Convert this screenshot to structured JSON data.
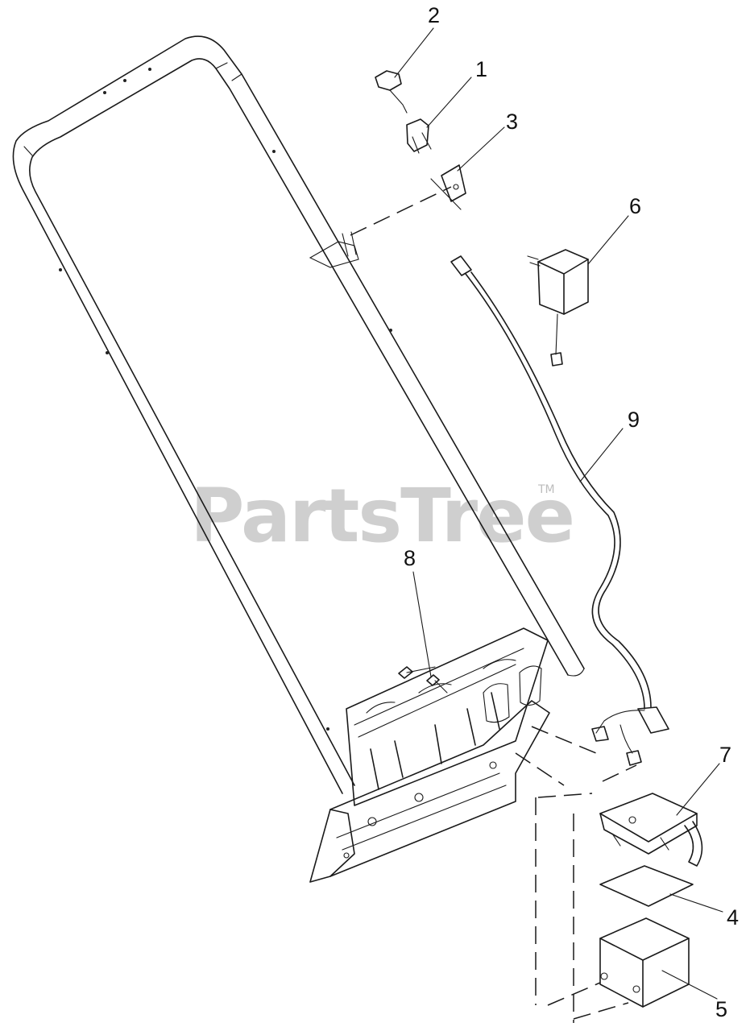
{
  "watermark": {
    "text": "PartsTree",
    "tm": "TM"
  },
  "callouts": [
    {
      "id": "c1",
      "label": "1"
    },
    {
      "id": "c2",
      "label": "2"
    },
    {
      "id": "c3",
      "label": "3"
    },
    {
      "id": "c4",
      "label": "4"
    },
    {
      "id": "c5",
      "label": "5"
    },
    {
      "id": "c6",
      "label": "6"
    },
    {
      "id": "c7",
      "label": "7"
    },
    {
      "id": "c8",
      "label": "8"
    },
    {
      "id": "c9",
      "label": "9"
    }
  ]
}
